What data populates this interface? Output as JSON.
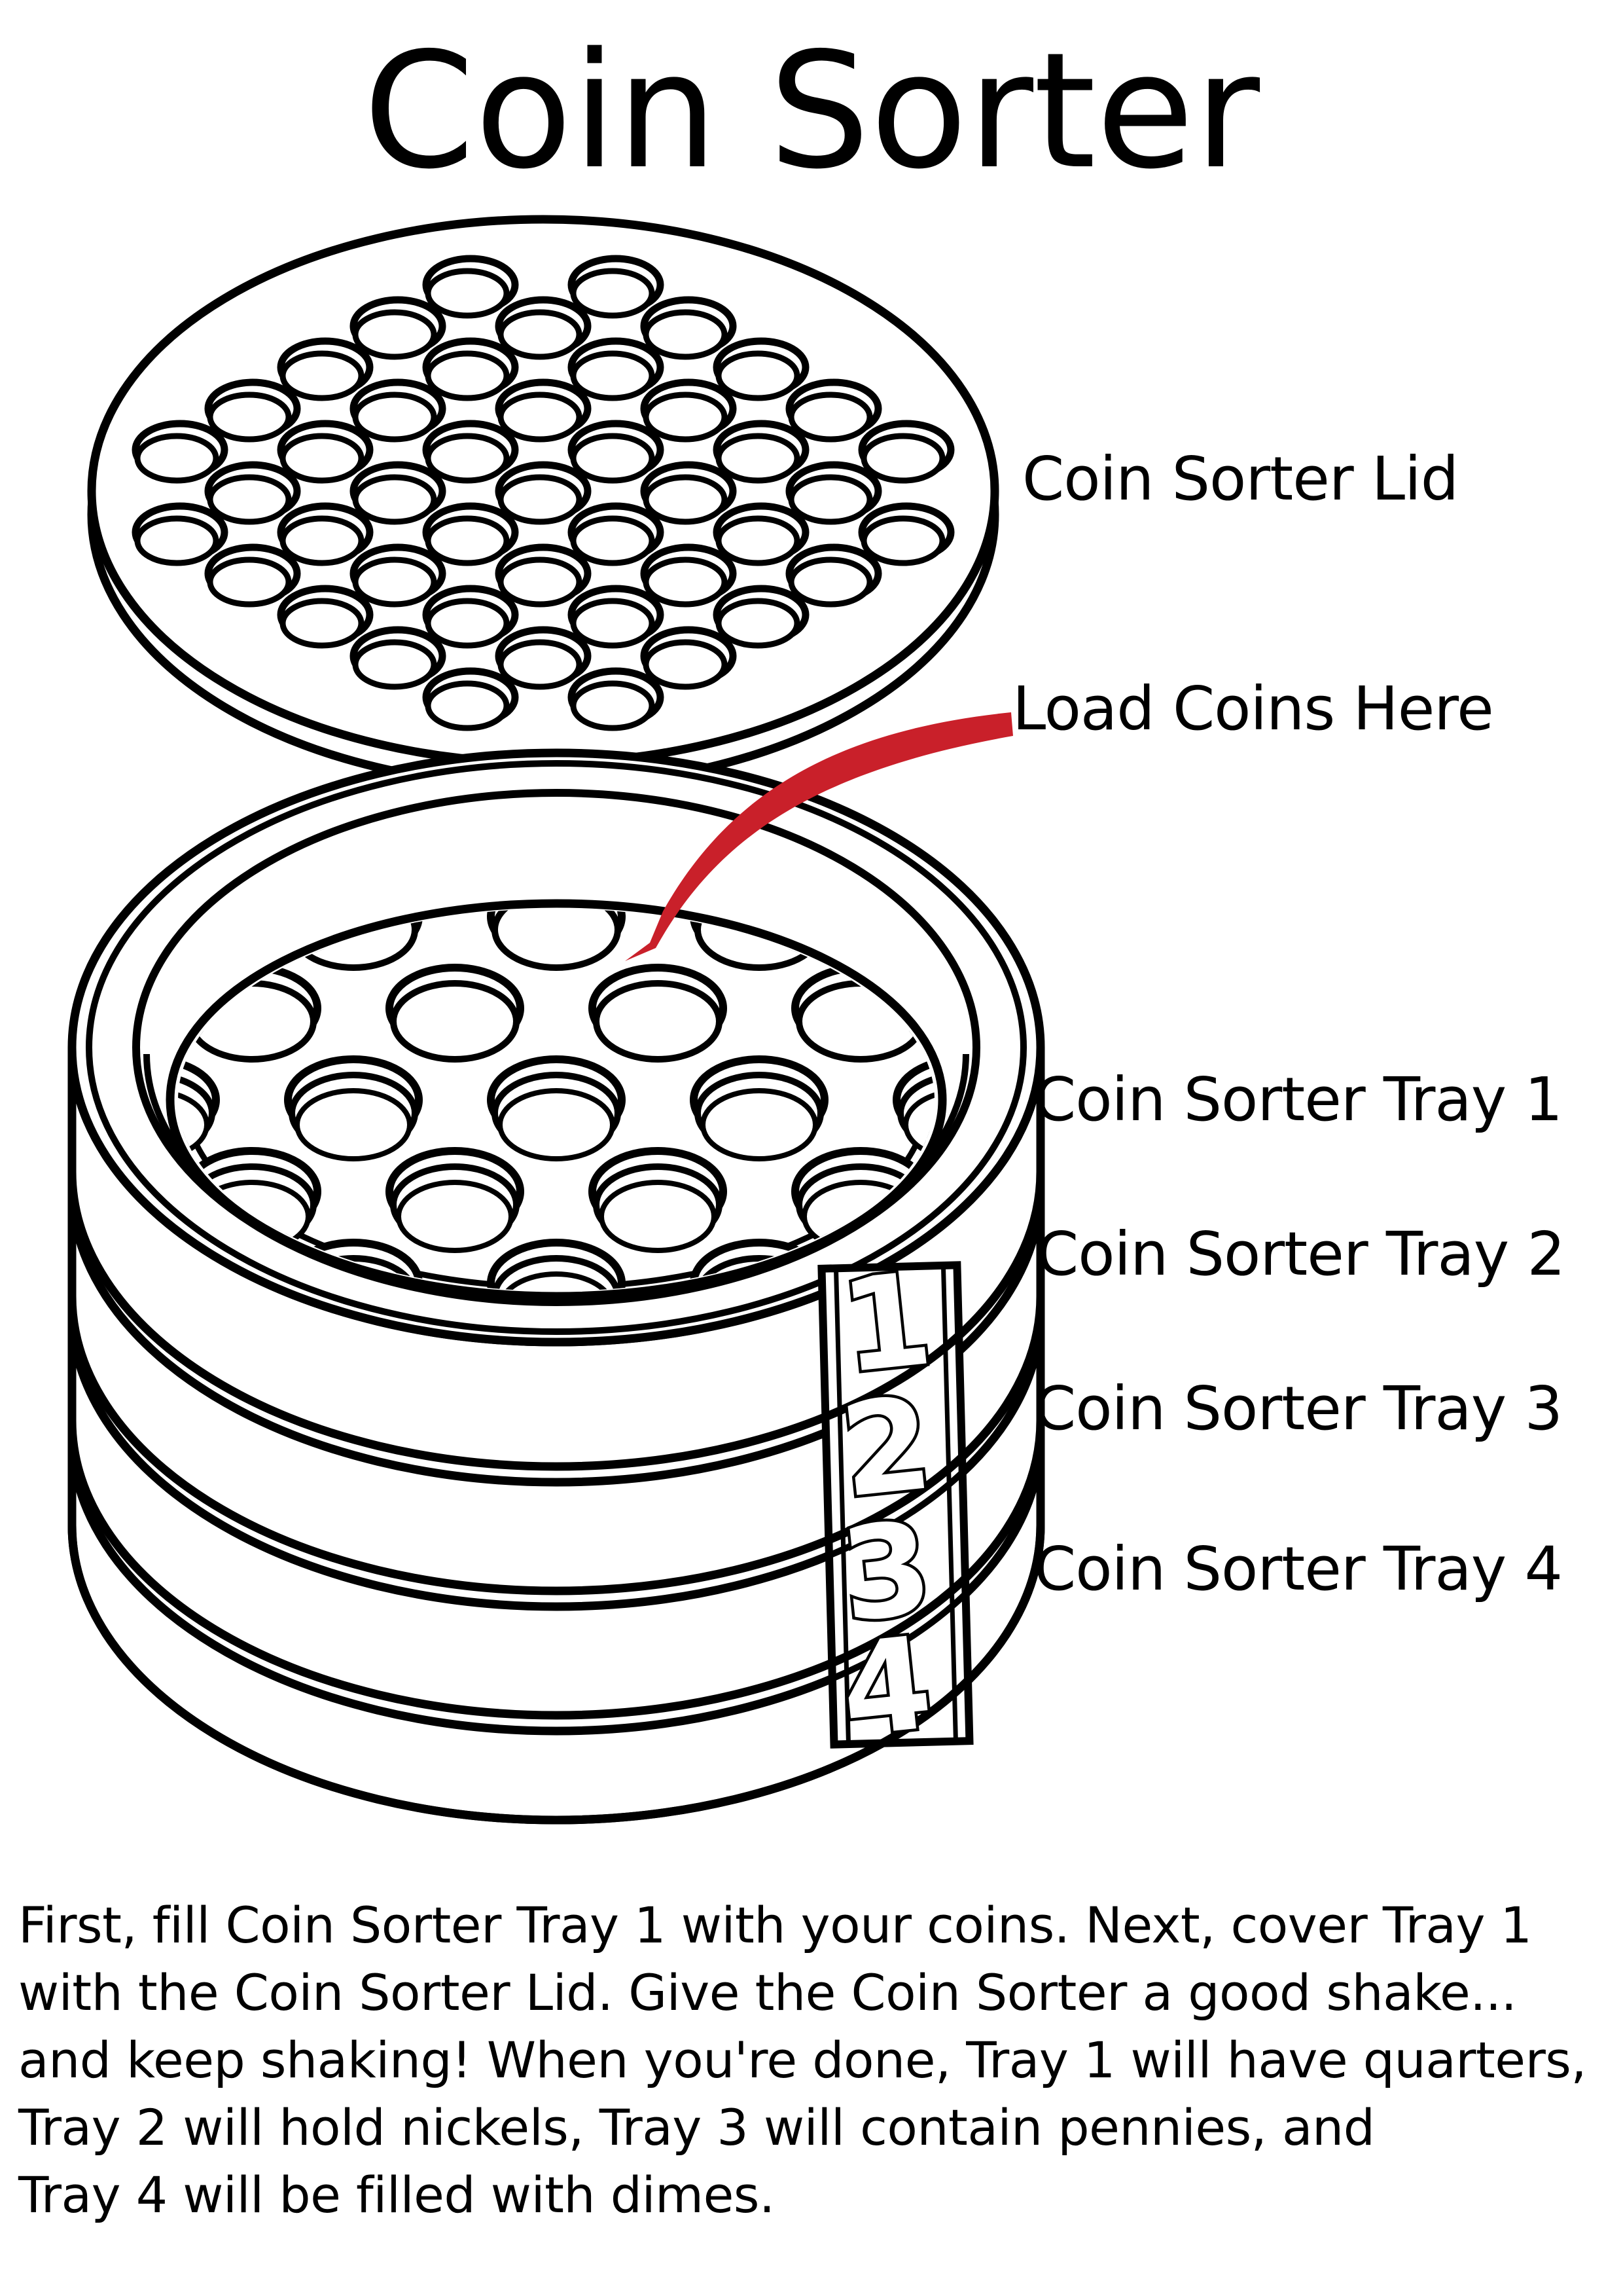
{
  "title": "Coin Sorter",
  "colors": {
    "ink": "#000000",
    "arrow": "#c9202a",
    "paper": "#ffffff"
  },
  "callouts": {
    "lid": "Coin Sorter Lid",
    "load": "Load Coins Here",
    "tray1": "Coin Sorter Tray 1",
    "tray2": "Coin Sorter Tray 2",
    "tray3": "Coin Sorter Tray 3",
    "tray4": "Coin Sorter Tray 4"
  },
  "tab_numbers": [
    "1",
    "2",
    "3",
    "4"
  ],
  "instructions": {
    "lines": [
      "First, fill Coin Sorter Tray 1 with your coins. Next, cover Tray 1",
      "with the Coin Sorter Lid. Give the Coin Sorter a good shake...",
      "and keep shaking! When you're done, Tray 1 will have quarters,",
      "Tray 2 will hold nickels, Tray 3 will contain pennies, and",
      "Tray 4 will be filled with dimes."
    ]
  }
}
